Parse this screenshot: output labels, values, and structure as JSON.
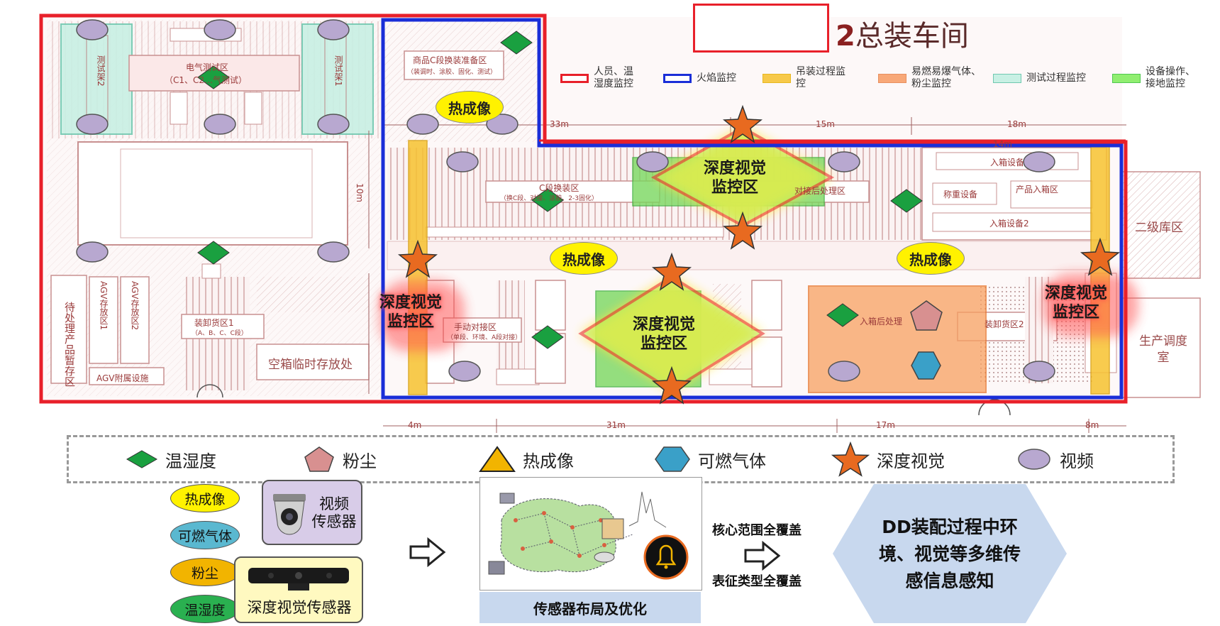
{
  "title": {
    "prefix": "2",
    "text": "总装车间"
  },
  "top_legend": [
    {
      "label": "人员、温湿度监控",
      "line1": "人员、温",
      "line2": "湿度监控",
      "border": "#e8202a",
      "fill": "#ffffff"
    },
    {
      "label": "火焰监控",
      "line1": "火焰监控",
      "line2": "",
      "border": "#1a2ed8",
      "fill": "#ffffff"
    },
    {
      "label": "吊装过程监控",
      "line1": "吊装过程监",
      "line2": "控",
      "border": "#e8b820",
      "fill": "#f7c94a"
    },
    {
      "label": "易燃易爆气体、粉尘监控",
      "line1": "易燃易爆气体、",
      "line2": "粉尘监控",
      "border": "#e89060",
      "fill": "#f8a878"
    },
    {
      "label": "测试过程监控",
      "line1": "测试过程监控",
      "line2": "",
      "border": "#70c8b0",
      "fill": "#c8f0e4"
    },
    {
      "label": "设备操作、接地监控",
      "line1": "设备操作、",
      "line2": "接地监控",
      "border": "#50c850",
      "fill": "#90ee70"
    }
  ],
  "zones": {
    "depth_zone": {
      "line1": "深度视觉",
      "line2": "监控区"
    }
  },
  "thermal_label": "热成像",
  "floorplan": {
    "area_c_prep": "商品C段换装准备区",
    "area_c_prep_sub": "（装调时、涂胶、固化、测试）",
    "area_c_swap": "C段换装区",
    "area_c_swap_sub": "（换C段、对接、涂胶、2-3固化）",
    "area_test_left": "测试架2",
    "area_test_right": "测试架1",
    "area_elec": "电气测试区",
    "area_elec_sub": "（C1、C2…气测试）",
    "area_handover": "对接后处理区",
    "area_weigh": "称重设备",
    "area_product_in": "产品入箱区",
    "area_in_dev": "入箱设备",
    "area_in_dev2": "入箱设备2",
    "area_lv2": "二级库区",
    "area_prod_ctrl": "生产调度室",
    "area_unload1": "装卸货区1",
    "area_unload1_sub": "（A、B、C、C段）",
    "area_manual": "手动对接区",
    "area_manual_sub": "（单段、环境、A段对接）",
    "area_empty": "空箱临时存放处",
    "area_agv": "AGV附属设施",
    "area_pending": "待处理产品暂存区",
    "area_agv1": "AGV存放区1",
    "area_agv2": "AGV存放区2",
    "area_after_in": "入箱后处理",
    "area_unload2": "装卸货区2",
    "dim_33": "33m",
    "dim_15": "15m",
    "dim_18": "18m",
    "dim_14": "14m",
    "dim_10": "10m",
    "dim_4": "4m",
    "dim_31": "31m",
    "dim_17": "17m",
    "dim_8": "8m"
  },
  "bottom_legend": [
    {
      "icon": "diamond",
      "label": "温湿度",
      "color": "#1aa040"
    },
    {
      "icon": "pentagon",
      "label": "粉尘",
      "color": "#d89090"
    },
    {
      "icon": "triangle",
      "label": "热成像",
      "color": "#f2b400"
    },
    {
      "icon": "hexagon",
      "label": "可燃气体",
      "color": "#3aa0c8"
    },
    {
      "icon": "star",
      "label": "深度视觉",
      "color": "#e86a20"
    },
    {
      "icon": "ellipse",
      "label": "视频",
      "color": "#b8a8d0"
    }
  ],
  "sensor_pills": [
    {
      "label": "热成像",
      "color": "#fff200"
    },
    {
      "label": "可燃气体",
      "color": "#5ab8d0"
    },
    {
      "label": "粉尘",
      "color": "#f2b400"
    },
    {
      "label": "温湿度",
      "color": "#2ab050"
    }
  ],
  "cards": {
    "video": {
      "line1": "视频",
      "line2": "传感器",
      "color": "#d8cce8"
    },
    "depth": {
      "label": "深度视觉传感器",
      "color": "#fff9c0"
    }
  },
  "layout_caption": "传感器布局及优化",
  "coverage": {
    "top": "核心范围全覆盖",
    "bottom": "表征类型全覆盖"
  },
  "conclusion": {
    "line1": "DD装配过程中环",
    "line2": "境、视觉等多维传",
    "line3": "感信息感知",
    "color": "#c8d8ee"
  }
}
